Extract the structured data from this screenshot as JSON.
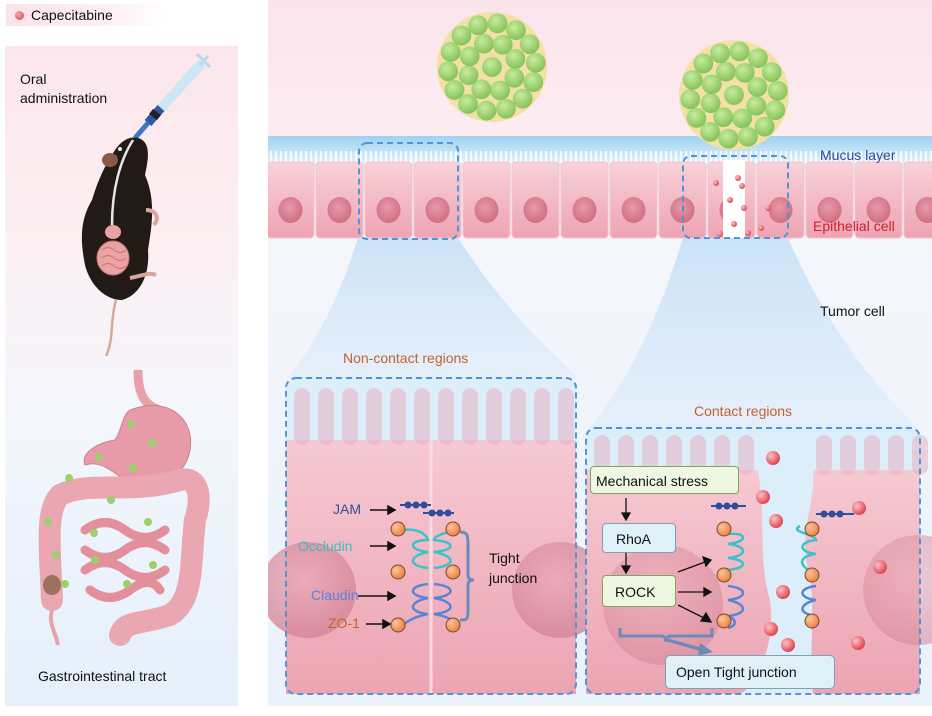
{
  "legend": {
    "drug_label": "Capecitabine",
    "drug_icon": "red-sphere-icon"
  },
  "left_panel": {
    "route_label_line1": "Oral",
    "route_label_line2": "administration",
    "organ_label": "Gastrointestinal tract"
  },
  "right_panel": {
    "mucus_label": "Mucus layer",
    "epithelium_label": "Epithelial cell",
    "tumor_label": "Tumor cell",
    "non_contact_title": "Non-contact regions",
    "contact_title": "Contact regions"
  },
  "tight_junction": {
    "jam": "JAM",
    "occludin": "Occludin",
    "claudin": "Claudin",
    "zo1": "ZO-1",
    "bracket_line1": "Tight",
    "bracket_line2": "junction"
  },
  "pathway": {
    "step1": "Mechanical stress",
    "step2": "RhoA",
    "step3": "ROCK",
    "result": "Open Tight junction"
  },
  "colors": {
    "drug": "#e05a66",
    "nanoparticle": "#9fd37a",
    "zo1": "#f0945a",
    "occludin": "#3cc2c8",
    "claudin": "#5b84d6",
    "jam": "#2f4f9a",
    "label_brown": "#c4622a",
    "mucus_blue": "#2c4c9c",
    "epi_red": "#d0202c"
  }
}
